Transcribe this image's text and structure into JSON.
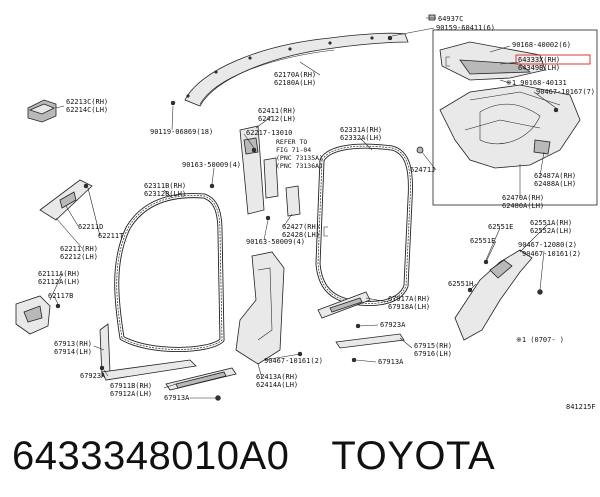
{
  "caption": {
    "part_number": "6433348010A0",
    "brand": "TOYOTA"
  },
  "diagram": {
    "drawing_id": "841215F",
    "date_note": "※1 (0707-   )",
    "refer_note": [
      "REFER TO",
      "FIG 71-04",
      "(PNC 73135A)",
      "(PNC 73136A)"
    ],
    "highlighted_label": "64333X(RH)",
    "labels": {
      "l64937c": "64937C",
      "l90159": "90159-60411(6)",
      "l90168a": "90168-40002(6)",
      "l64333x": "64333X(RH)",
      "l64349b": "64349B(LH)",
      "l90168b": "※1 90168-40131",
      "l90467a": "90467-10167(7)",
      "l62170a": "62170A(RH)",
      "l62180a": "62180A(LH)",
      "l62213c": "62213C(RH)",
      "l62214c": "62214C(LH)",
      "l90119": "90119-06869(18)",
      "l62411": "62411(RH)",
      "l62412": "62412(LH)",
      "l62217": "62217-13010",
      "l62331a": "62331A(RH)",
      "l62332a": "62332A(LH)",
      "l62471j": "62471J",
      "l62487a": "62487A(RH)",
      "l62488a": "62488A(LH)",
      "l90163a": "90163-50009(4)",
      "l62311b": "62311B(RH)",
      "l62312b": "62312B(LH)",
      "l62470a": "62470A(RH)",
      "l62480a": "62480A(LH)",
      "l62211d": "62211D",
      "l62211t": "62211T",
      "l62211": "62211(RH)",
      "l62212": "62212(LH)",
      "l62427": "62427(RH)",
      "l62428": "62428(LH)",
      "l90163b": "90163-50009(4)",
      "l62551a": "62551A(RH)",
      "l62552a": "62552A(LH)",
      "l62551e": "62551E",
      "l90467b": "90467-12080(2)",
      "l90467c": "90467-10161(2)",
      "l62111a": "62111A(RH)",
      "l62112a": "62112A(LH)",
      "l62117b": "62117B",
      "l62551h": "62551H",
      "l67917a": "67917A(RH)",
      "l67918a": "67918A(LH)",
      "l67923a_r": "67923A",
      "l67913_rh": "67913(RH)",
      "l67914_lh": "67914(LH)",
      "l90467d": "90467-10161(2)",
      "l67915": "67915(RH)",
      "l67916": "67916(LH)",
      "l67923a_l": "67923A",
      "l67913a_m": "67913A",
      "l62413a": "62413A(RH)",
      "l62414a": "62414A(LH)",
      "l67911b": "67911B(RH)",
      "l67912a": "67912A(LH)",
      "l67913a_b": "67913A"
    }
  }
}
